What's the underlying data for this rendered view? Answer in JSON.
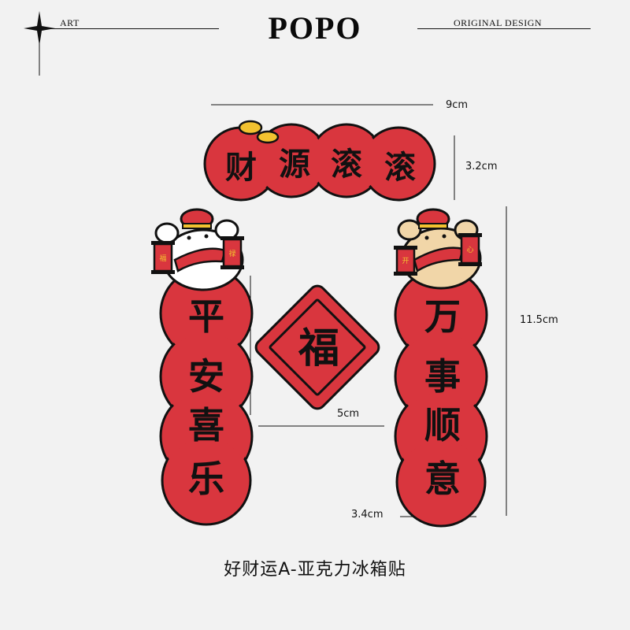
{
  "header": {
    "left_label": "ART",
    "brand": "POPO",
    "right_label": "ORIGINAL DESIGN"
  },
  "banner": {
    "characters": [
      "财",
      "源",
      "滚",
      "滚"
    ],
    "width_label": "9cm",
    "height_label": "3.2cm"
  },
  "left_couplet": {
    "characters": [
      "平",
      "安",
      "喜",
      "乐"
    ],
    "scroll_text": [
      "福",
      "禄"
    ]
  },
  "right_couplet": {
    "characters": [
      "万",
      "事",
      "顺",
      "意"
    ],
    "scroll_text": [
      "开",
      "心"
    ],
    "height_label": "11.5cm",
    "width_label": "3.4cm"
  },
  "fu_square": {
    "character": "福",
    "size_label": "5cm"
  },
  "caption": "好财运A-亚克力冰箱贴",
  "colors": {
    "red": "#d9363e",
    "outline": "#111111",
    "gold": "#f2c230"
  }
}
